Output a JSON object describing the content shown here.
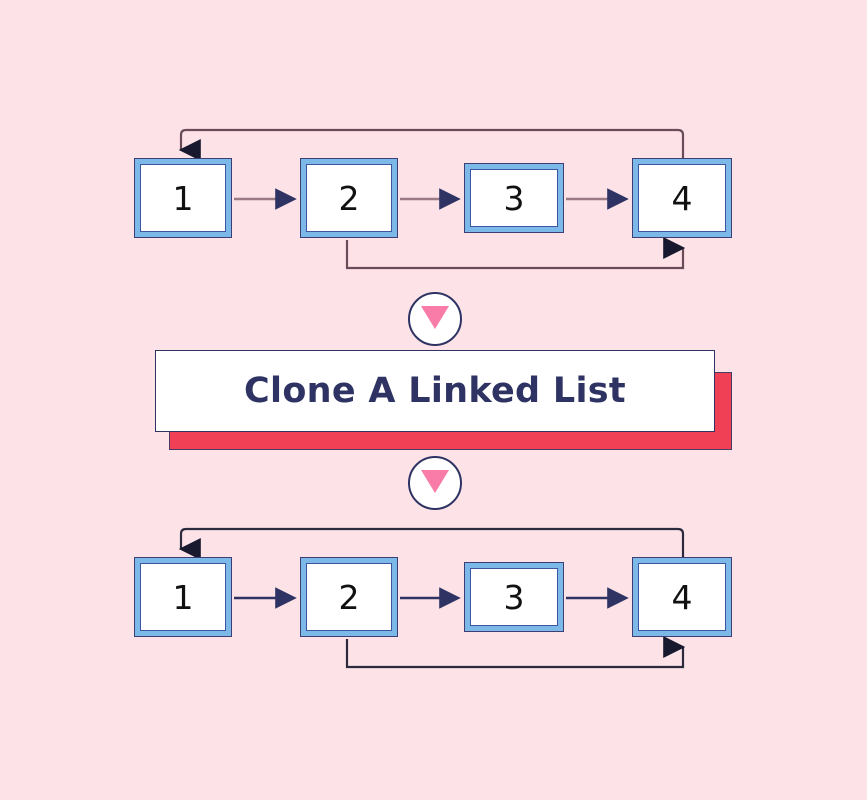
{
  "background_color": "#fde3e8",
  "banner": {
    "title": "Clone A Linked List",
    "card_color": "#ffffff",
    "shadow_color": "#ef4056",
    "text_color": "#2e3363"
  },
  "dividers": [
    {
      "name": "divider-arrow-top",
      "icon": "triangle-down-icon",
      "color": "#f87ba8"
    },
    {
      "name": "divider-arrow-bottom",
      "icon": "triangle-down-icon",
      "color": "#f87ba8"
    }
  ],
  "lists": [
    {
      "id": "original",
      "role": "original-linked-list",
      "node_fill": "#7cb9e8",
      "node_inner_fill": "#ffffff",
      "arrow_line_color": "#9b7a85",
      "arrow_head_color": "#2e3363",
      "nodes": [
        {
          "label": "1"
        },
        {
          "label": "2"
        },
        {
          "label": "3"
        },
        {
          "label": "4"
        }
      ],
      "links": [
        {
          "from": "1",
          "to": "2",
          "kind": "next"
        },
        {
          "from": "2",
          "to": "3",
          "kind": "next"
        },
        {
          "from": "3",
          "to": "4",
          "kind": "next"
        },
        {
          "from": "4",
          "to": "1",
          "kind": "random-top"
        },
        {
          "from": "2",
          "to": "4",
          "kind": "random-bottom"
        }
      ]
    },
    {
      "id": "clone",
      "role": "cloned-linked-list",
      "node_fill": "#7cb9e8",
      "node_inner_fill": "#ffffff",
      "arrow_line_color": "#2e3363",
      "arrow_head_color": "#2e3363",
      "nodes": [
        {
          "label": "1"
        },
        {
          "label": "2"
        },
        {
          "label": "3"
        },
        {
          "label": "4"
        }
      ],
      "links": [
        {
          "from": "1",
          "to": "2",
          "kind": "next"
        },
        {
          "from": "2",
          "to": "3",
          "kind": "next"
        },
        {
          "from": "3",
          "to": "4",
          "kind": "next"
        },
        {
          "from": "4",
          "to": "1",
          "kind": "random-top"
        },
        {
          "from": "2",
          "to": "4",
          "kind": "random-bottom"
        }
      ]
    }
  ]
}
